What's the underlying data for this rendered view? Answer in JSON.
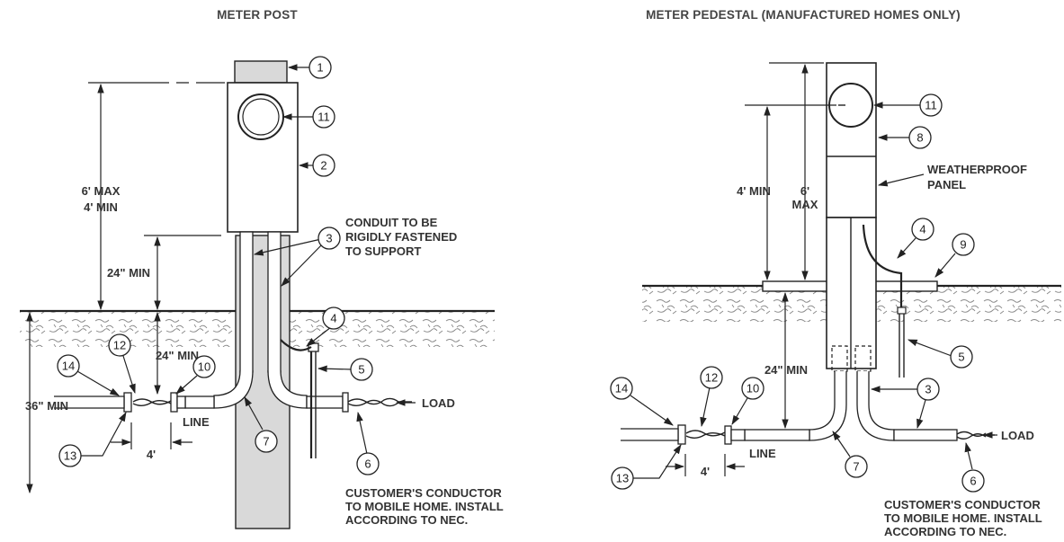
{
  "left": {
    "title": "METER POST",
    "callouts": [
      "1",
      "11",
      "2",
      "3",
      "4",
      "5",
      "6",
      "7",
      "10",
      "12",
      "14",
      "13"
    ],
    "dims": {
      "height_max": "6' MAX",
      "height_min": "4' MIN",
      "above_ground": "24\" MIN",
      "below_ground": "24\" MIN",
      "depth": "36\" MIN",
      "spacing": "4'"
    },
    "labels": {
      "conduit_1": "CONDUIT TO BE",
      "conduit_2": "RIGIDLY FASTENED",
      "conduit_3": "TO SUPPORT",
      "line": "LINE",
      "load": "LOAD",
      "note_1": "CUSTOMER'S CONDUCTOR",
      "note_2": "TO MOBILE HOME. INSTALL",
      "note_3": "ACCORDING TO NEC."
    }
  },
  "right": {
    "title": "METER PEDESTAL (MANUFACTURED HOMES ONLY)",
    "callouts": [
      "11",
      "8",
      "4",
      "9",
      "5",
      "3",
      "6",
      "7",
      "10",
      "12",
      "14",
      "13"
    ],
    "dims": {
      "min": "4' MIN",
      "max_1": "6'",
      "max_2": "MAX",
      "below_ground": "24\" MIN",
      "spacing": "4'"
    },
    "labels": {
      "panel_1": "WEATHERPROOF",
      "panel_2": "PANEL",
      "line": "LINE",
      "load": "LOAD",
      "note_1": "CUSTOMER'S CONDUCTOR",
      "note_2": "TO MOBILE HOME. INSTALL",
      "note_3": "ACCORDING TO NEC."
    }
  }
}
